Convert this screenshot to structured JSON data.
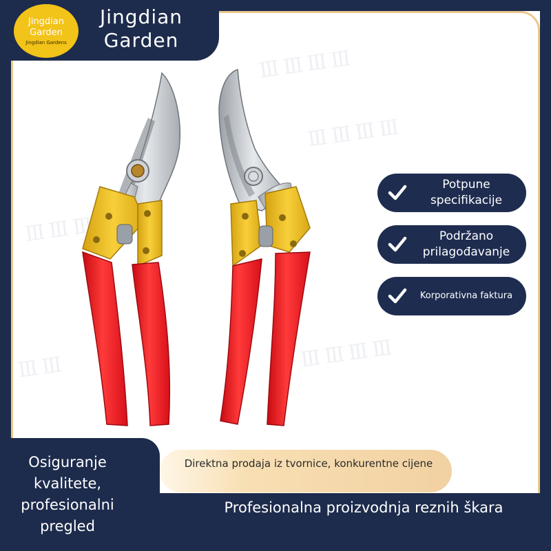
{
  "brand": {
    "logo_line1": "Jingdian",
    "logo_line2": "Garden",
    "logo_line3": "Jingdian Gardens",
    "header_line1": "Jingdian",
    "header_line2": "Garden"
  },
  "features": [
    {
      "label": "Potpune specifikacije",
      "icon": "check-icon"
    },
    {
      "label": "Podržano prilagođavanje",
      "icon": "check-icon"
    },
    {
      "label": "Korporativna faktura",
      "icon": "check-icon"
    }
  ],
  "footer": {
    "left_text": "Osiguranje kvalitete, profesionalni pregled",
    "pill_text": "Direktna prodaja iz tvornice, konkurentne cijene",
    "right_text": "Profesionalna proizvodnja reznih škara"
  },
  "colors": {
    "navy": "#1d2b4c",
    "gold_logo": "#f2c318",
    "handle_red": "#e8171e",
    "plate_yellow": "#e8b81a",
    "blade_steel": "#b8bcc2",
    "panel_border": "#e9c98c"
  },
  "product": {
    "name": "pruning-shears",
    "count": 2
  }
}
